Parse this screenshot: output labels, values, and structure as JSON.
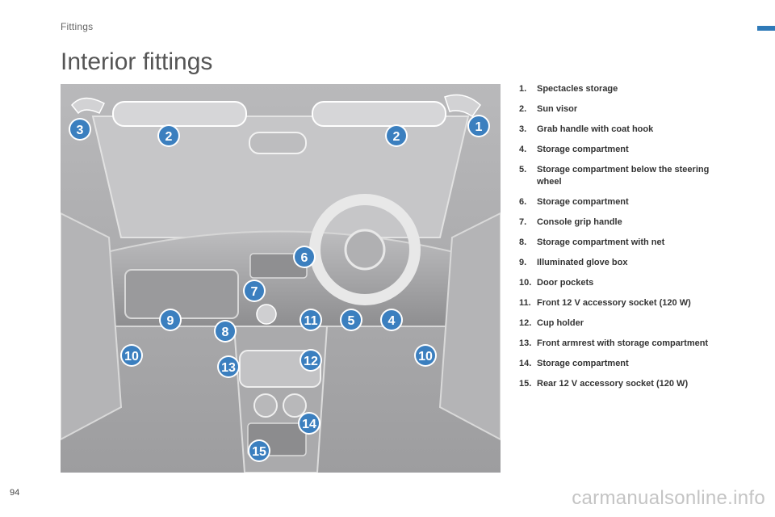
{
  "header": {
    "section": "Fittings",
    "title": "Interior fittings"
  },
  "colors": {
    "accent": "#3b7fbf",
    "marker": "#2f7ab8",
    "illustration_bg": "#a9a9ab"
  },
  "callouts": [
    "1",
    "2",
    "2",
    "3",
    "4",
    "5",
    "6",
    "7",
    "8",
    "9",
    "10",
    "10",
    "11",
    "12",
    "13",
    "14",
    "15"
  ],
  "legend": [
    {
      "num": "1.",
      "text": "Spectacles storage"
    },
    {
      "num": "2.",
      "text": "Sun visor"
    },
    {
      "num": "3.",
      "text": "Grab handle with coat hook"
    },
    {
      "num": "4.",
      "text": "Storage compartment"
    },
    {
      "num": "5.",
      "text": "Storage compartment below the steering wheel"
    },
    {
      "num": "6.",
      "text": "Storage compartment"
    },
    {
      "num": "7.",
      "text": "Console grip handle"
    },
    {
      "num": "8.",
      "text": "Storage compartment with net"
    },
    {
      "num": "9.",
      "text": "Illuminated glove box"
    },
    {
      "num": "10.",
      "text": "Door pockets"
    },
    {
      "num": "11.",
      "text": "Front 12 V accessory socket (120 W)"
    },
    {
      "num": "12.",
      "text": "Cup holder"
    },
    {
      "num": "13.",
      "text": "Front armrest with storage compartment"
    },
    {
      "num": "14.",
      "text": "Storage compartment"
    },
    {
      "num": "15.",
      "text": "Rear 12 V accessory socket (120 W)"
    }
  ],
  "footer": {
    "page_number": "94",
    "watermark": "carmanualsonline.info"
  }
}
